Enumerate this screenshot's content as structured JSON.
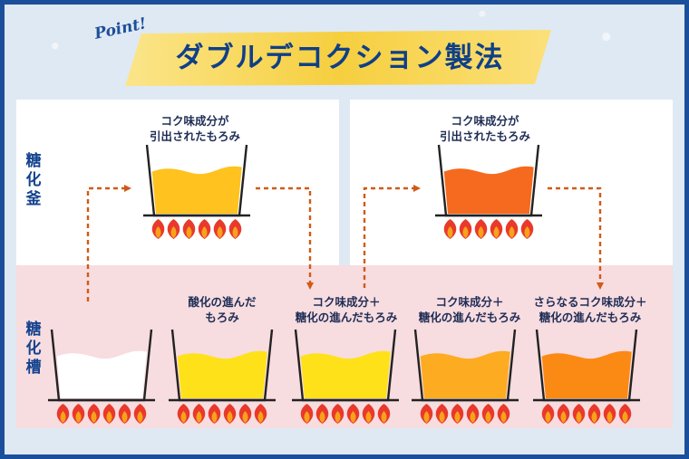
{
  "header": {
    "point_label": "Point!",
    "title": "ダブルデコクション製法"
  },
  "rows": {
    "top_label": [
      "糖",
      "化",
      "釜"
    ],
    "bottom_label": [
      "糖",
      "化",
      "槽"
    ]
  },
  "captions": {
    "top_pot_1": [
      "コク味成分が",
      "引出されたもろみ"
    ],
    "top_pot_2": [
      "コク味成分が",
      "引出されたもろみ"
    ],
    "bottom_pot_2": [
      "酸化の進んだ",
      "もろみ"
    ],
    "bottom_pot_3": [
      "コク味成分＋",
      "糖化の進んだもろみ"
    ],
    "bottom_pot_4": [
      "コク味成分＋",
      "糖化の進んだもろみ"
    ],
    "bottom_pot_5": [
      "さらなるコク味成分＋",
      "糖化の進んだもろみ"
    ]
  },
  "colors": {
    "frame": "#1c4f9b",
    "title": "#0f3f88",
    "banner_gold": "#f6cf3f",
    "bottom_band": "#f7dce0",
    "arrow": "#d05a17",
    "pot_outline": "#222222",
    "flame_outer": "#e8392b",
    "flame_inner": "#f8a21b",
    "mash_white": "#ffffff",
    "mash_yellow": "#ffe11a",
    "mash_amber": "#ffc21e",
    "mash_orange": "#fdab21",
    "mash_deep_orange": "#fb8a14",
    "mash_red_orange": "#f56a1e"
  }
}
